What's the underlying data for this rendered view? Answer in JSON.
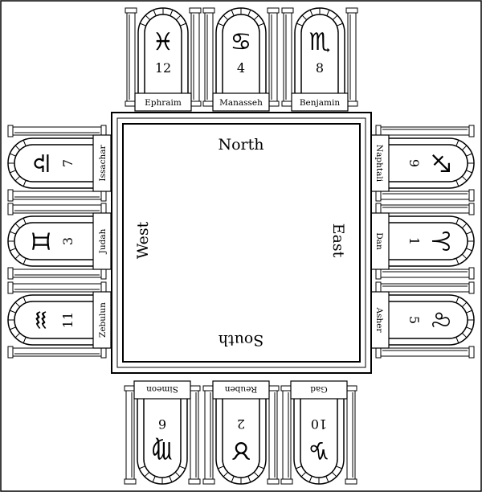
{
  "directions": {
    "north": "North",
    "south": "South",
    "east": "East",
    "west": "West"
  },
  "gates": {
    "north": [
      {
        "tribe": "Ephraim",
        "sign": "♓",
        "number": "12",
        "sign_icon": "pisces-icon"
      },
      {
        "tribe": "Manasseh",
        "sign": "♋",
        "number": "4",
        "sign_icon": "cancer-icon"
      },
      {
        "tribe": "Benjamin",
        "sign": "♏",
        "number": "8",
        "sign_icon": "scorpio-icon"
      }
    ],
    "west": [
      {
        "tribe": "Issachar",
        "sign": "♎",
        "number": "7",
        "sign_icon": "libra-icon"
      },
      {
        "tribe": "Judah",
        "sign": "♊",
        "number": "3",
        "sign_icon": "gemini-icon"
      },
      {
        "tribe": "Zebulun",
        "sign": "♒",
        "number": "11",
        "sign_icon": "aquarius-icon"
      }
    ],
    "east": [
      {
        "tribe": "Naphtali",
        "sign": "♐",
        "number": "9",
        "sign_icon": "sagittarius-icon"
      },
      {
        "tribe": "Dan",
        "sign": "♈",
        "number": "1",
        "sign_icon": "aries-icon"
      },
      {
        "tribe": "Asher",
        "sign": "♌",
        "number": "5",
        "sign_icon": "leo-icon"
      }
    ],
    "south": [
      {
        "tribe": "Gad",
        "sign": "♑",
        "number": "10",
        "sign_icon": "capricorn-icon"
      },
      {
        "tribe": "Reuben",
        "sign": "♉",
        "number": "2",
        "sign_icon": "taurus-icon"
      },
      {
        "tribe": "Simeon",
        "sign": "♍",
        "number": "6",
        "sign_icon": "virgo-icon"
      }
    ]
  }
}
